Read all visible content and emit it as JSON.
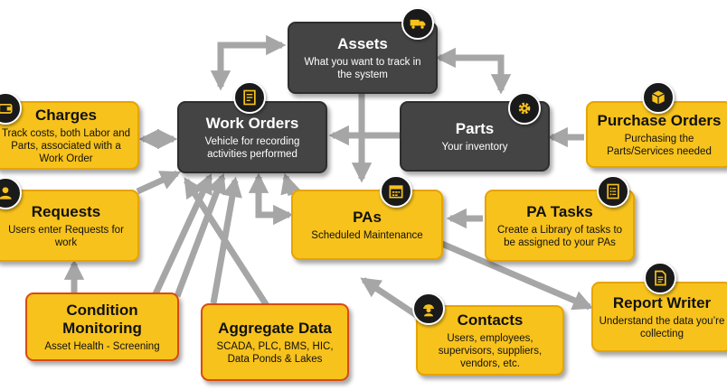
{
  "colors": {
    "box_yellow": "#f7c21c",
    "box_dark": "#444444",
    "arrow_gray": "#a6a6a6",
    "icon_bg": "#1a1a1a",
    "icon_fg": "#f7c21c"
  },
  "nodes": {
    "assets": {
      "title": "Assets",
      "desc": "What you want to track in the system",
      "icon": "truck-icon"
    },
    "work_orders": {
      "title": "Work Orders",
      "desc": "Vehicle for recording activities performed",
      "icon": "document-icon"
    },
    "parts": {
      "title": "Parts",
      "desc": "Your inventory",
      "icon": "gear-icon"
    },
    "charges": {
      "title": "Charges",
      "desc": "Track costs, both Labor and Parts, associated with a Work Order",
      "icon": "wallet-icon"
    },
    "purchase_orders": {
      "title": "Purchase Orders",
      "desc": "Purchasing the Parts/Services needed",
      "icon": "package-icon"
    },
    "requests": {
      "title": "Requests",
      "desc": "Users enter Requests for work",
      "icon": "user-icon"
    },
    "pas": {
      "title": "PAs",
      "desc": "Scheduled Maintenance",
      "icon": "calendar-icon"
    },
    "pa_tasks": {
      "title": "PA Tasks",
      "desc": "Create a Library of tasks to be assigned to your PAs",
      "icon": "checklist-icon"
    },
    "condition_monitoring": {
      "title": "Condition Monitoring",
      "desc": "Asset Health - Screening"
    },
    "aggregate_data": {
      "title": "Aggregate Data",
      "desc": "SCADA, PLC, BMS, HIC, Data Ponds & Lakes"
    },
    "contacts": {
      "title": "Contacts",
      "desc": "Users, employees, supervisors, suppliers, vendors, etc.",
      "icon": "worker-icon"
    },
    "report_writer": {
      "title": "Report Writer",
      "desc": "Understand the data you’re collecting",
      "icon": "report-icon"
    }
  }
}
